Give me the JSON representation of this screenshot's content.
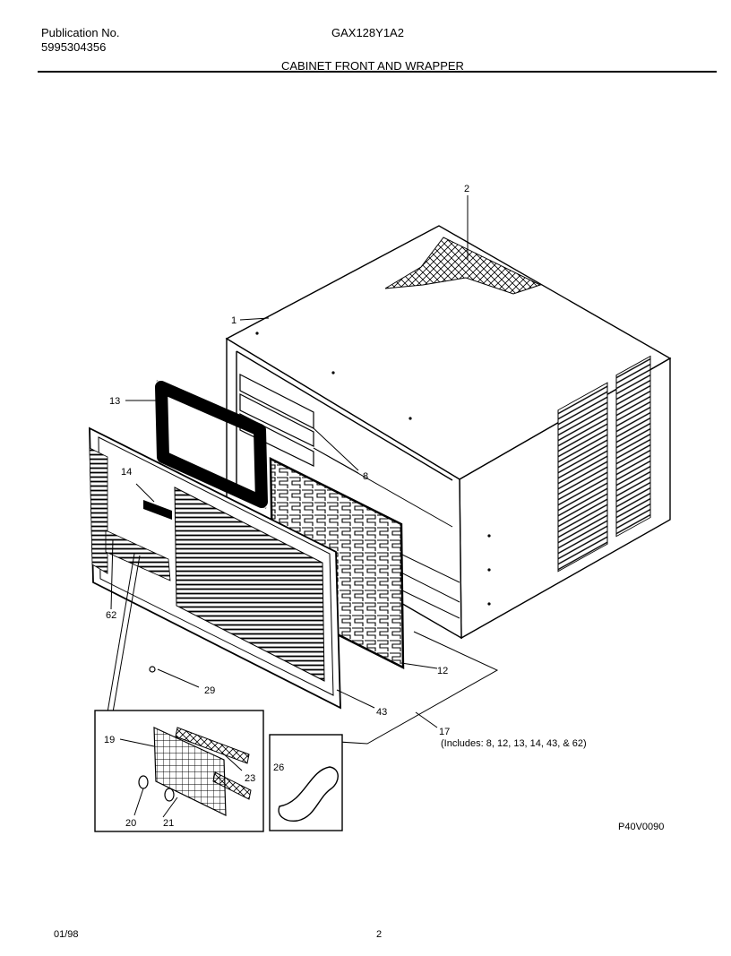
{
  "header": {
    "publication_label": "Publication No.",
    "publication_number": "5995304356",
    "model": "GAX128Y1A2",
    "section_title": "CABINET FRONT AND WRAPPER"
  },
  "callouts": {
    "c1": "1",
    "c2": "2",
    "c8": "8",
    "c12": "12",
    "c13": "13",
    "c14": "14",
    "c17": "17",
    "c17_includes": "(Includes: 8, 12, 13, 14, 43, & 62)",
    "c19": "19",
    "c20": "20",
    "c21": "21",
    "c23": "23",
    "c26": "26",
    "c29": "29",
    "c43": "43",
    "c62": "62"
  },
  "drawing_code": "P40V0090",
  "footer": {
    "date": "01/98",
    "page": "2"
  }
}
